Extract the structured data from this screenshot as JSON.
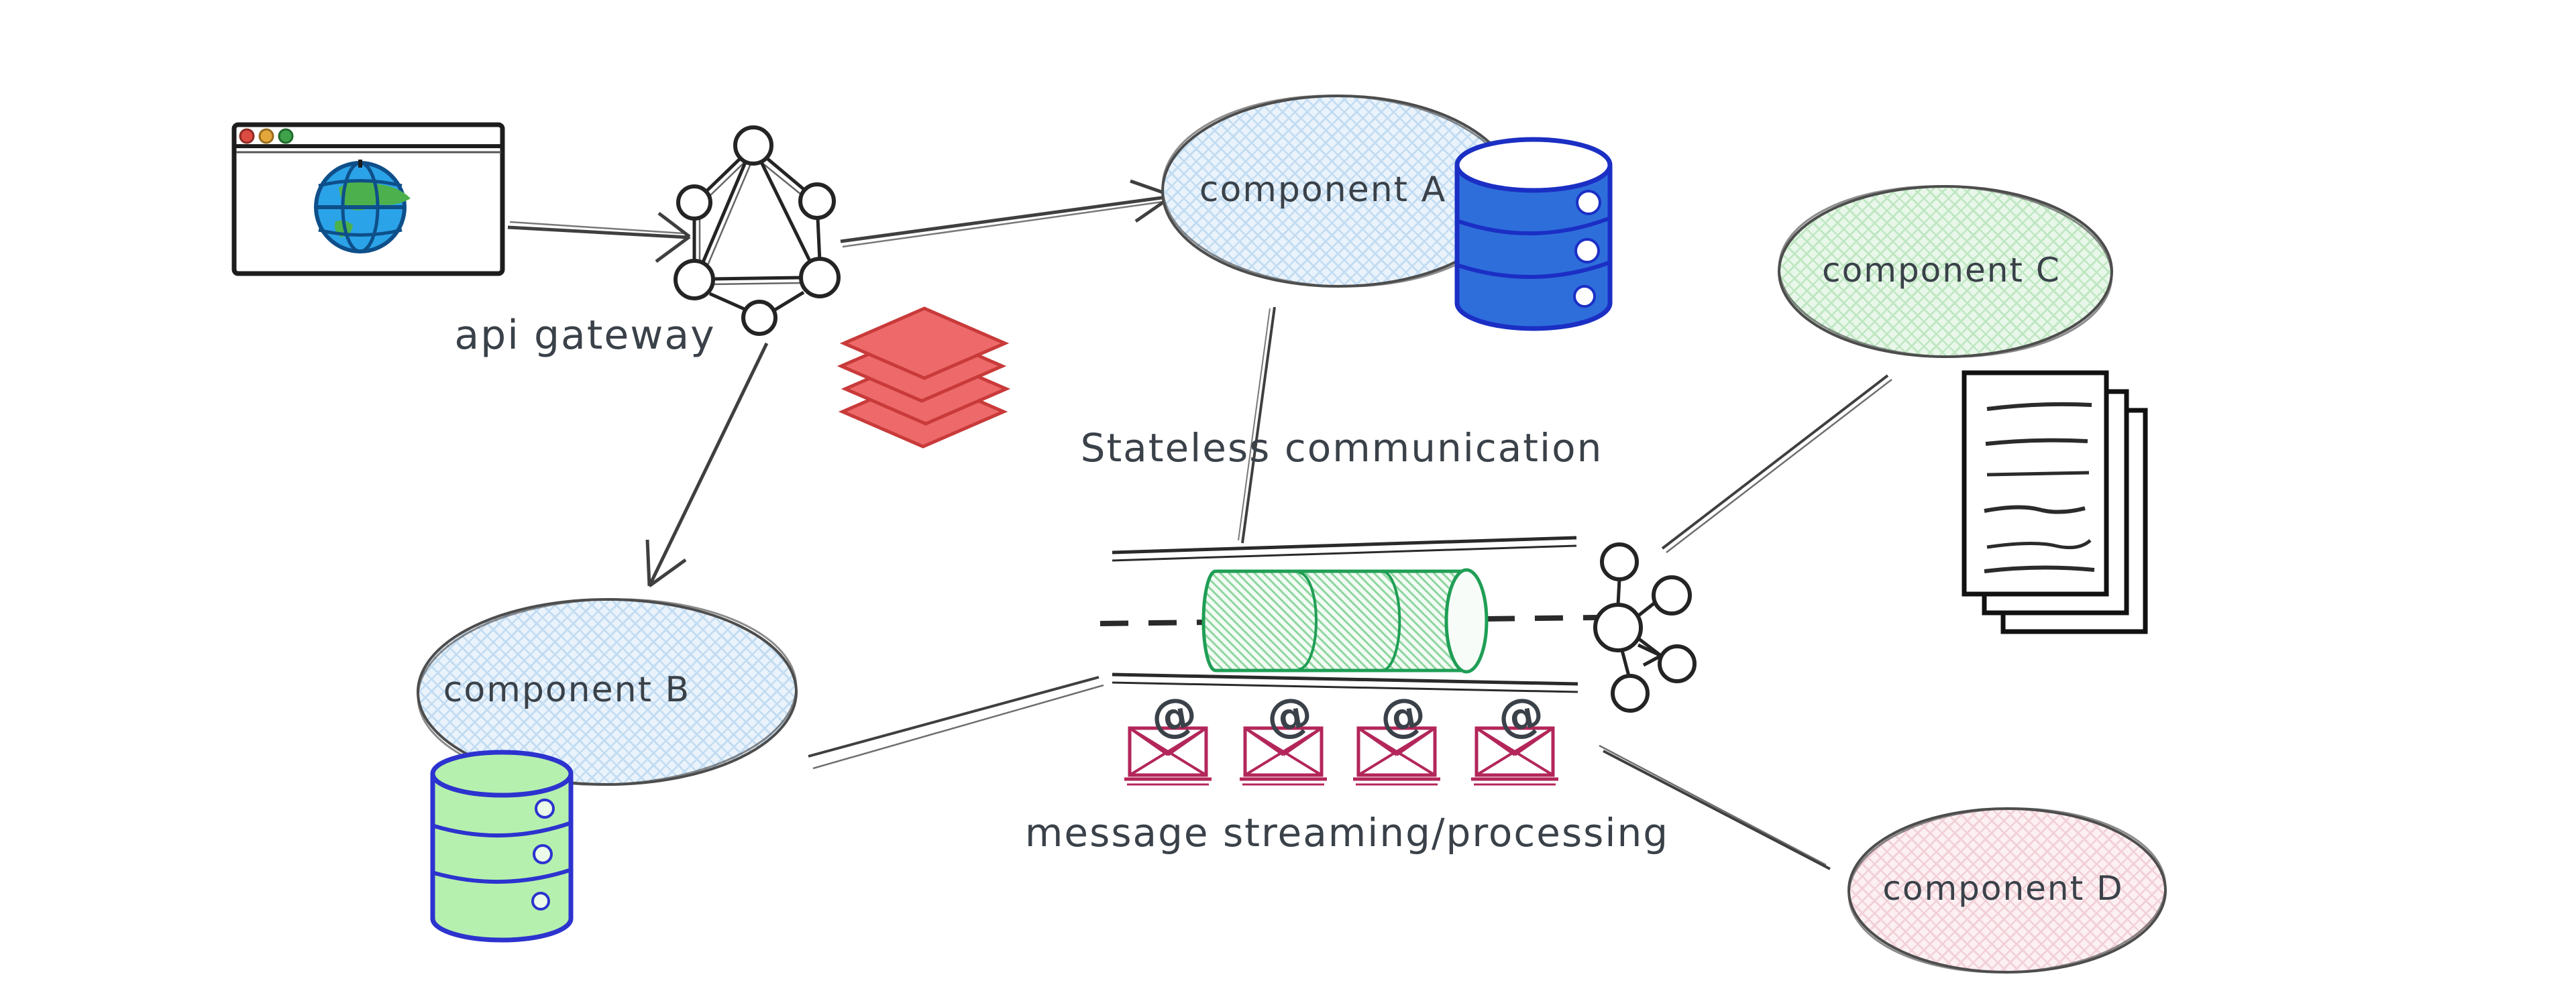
{
  "labels": {
    "api_gateway": "api gateway",
    "component_a": "component A",
    "component_b": "component B",
    "component_c": "component C",
    "component_d": "component D",
    "stateless_communication": "Stateless communication",
    "message_streaming": "message streaming/processing",
    "at_sign": "@"
  },
  "icons": [
    "browser-window-icon",
    "globe-icon",
    "network-graph-icon",
    "layers-stack-icon",
    "database-icon-blue",
    "database-icon-green",
    "pipe-stream-icon",
    "message-cylinder-icon",
    "envelope-at-icon",
    "hub-spoke-icon",
    "documents-icon"
  ],
  "connections": [
    {
      "from": "web-browser",
      "to": "api-gateway",
      "style": "arrow"
    },
    {
      "from": "api-gateway",
      "to": "component-a",
      "style": "arrow"
    },
    {
      "from": "api-gateway",
      "to": "component-b",
      "style": "arrow"
    },
    {
      "from": "component-a",
      "to": "message-pipe",
      "label": "Stateless communication",
      "style": "line"
    },
    {
      "from": "component-b",
      "to": "message-pipe",
      "style": "line"
    },
    {
      "from": "message-pipe",
      "to": "consumer-hub",
      "style": "dashed"
    },
    {
      "from": "consumer-hub",
      "to": "component-c",
      "style": "line"
    },
    {
      "from": "consumer-hub",
      "to": "component-d",
      "style": "line"
    }
  ],
  "colors": {
    "ink": "#3a4149",
    "line_gray": "#3f3f3f",
    "component_blue_fill": "#eaf3fb",
    "component_green_fill": "#e9f7ea",
    "component_pink_fill": "#fcf0f2",
    "database_blue": "#2e6edb",
    "database_blue_outline": "#1b2fc4",
    "database_green": "#b6f0ae",
    "database_green_outline": "#2c33cf",
    "cylinder_green": "#1f9e55",
    "stack_red": "#ee6a6a",
    "stack_red_outline": "#c93a3a",
    "envelope_crimson": "#b3265a",
    "browser_dot_red": "#dd4b42",
    "browser_dot_yellow": "#e3a73c",
    "browser_dot_green": "#3ea24b",
    "globe_blue": "#2ba3e8",
    "globe_land_green": "#4cb14c"
  }
}
